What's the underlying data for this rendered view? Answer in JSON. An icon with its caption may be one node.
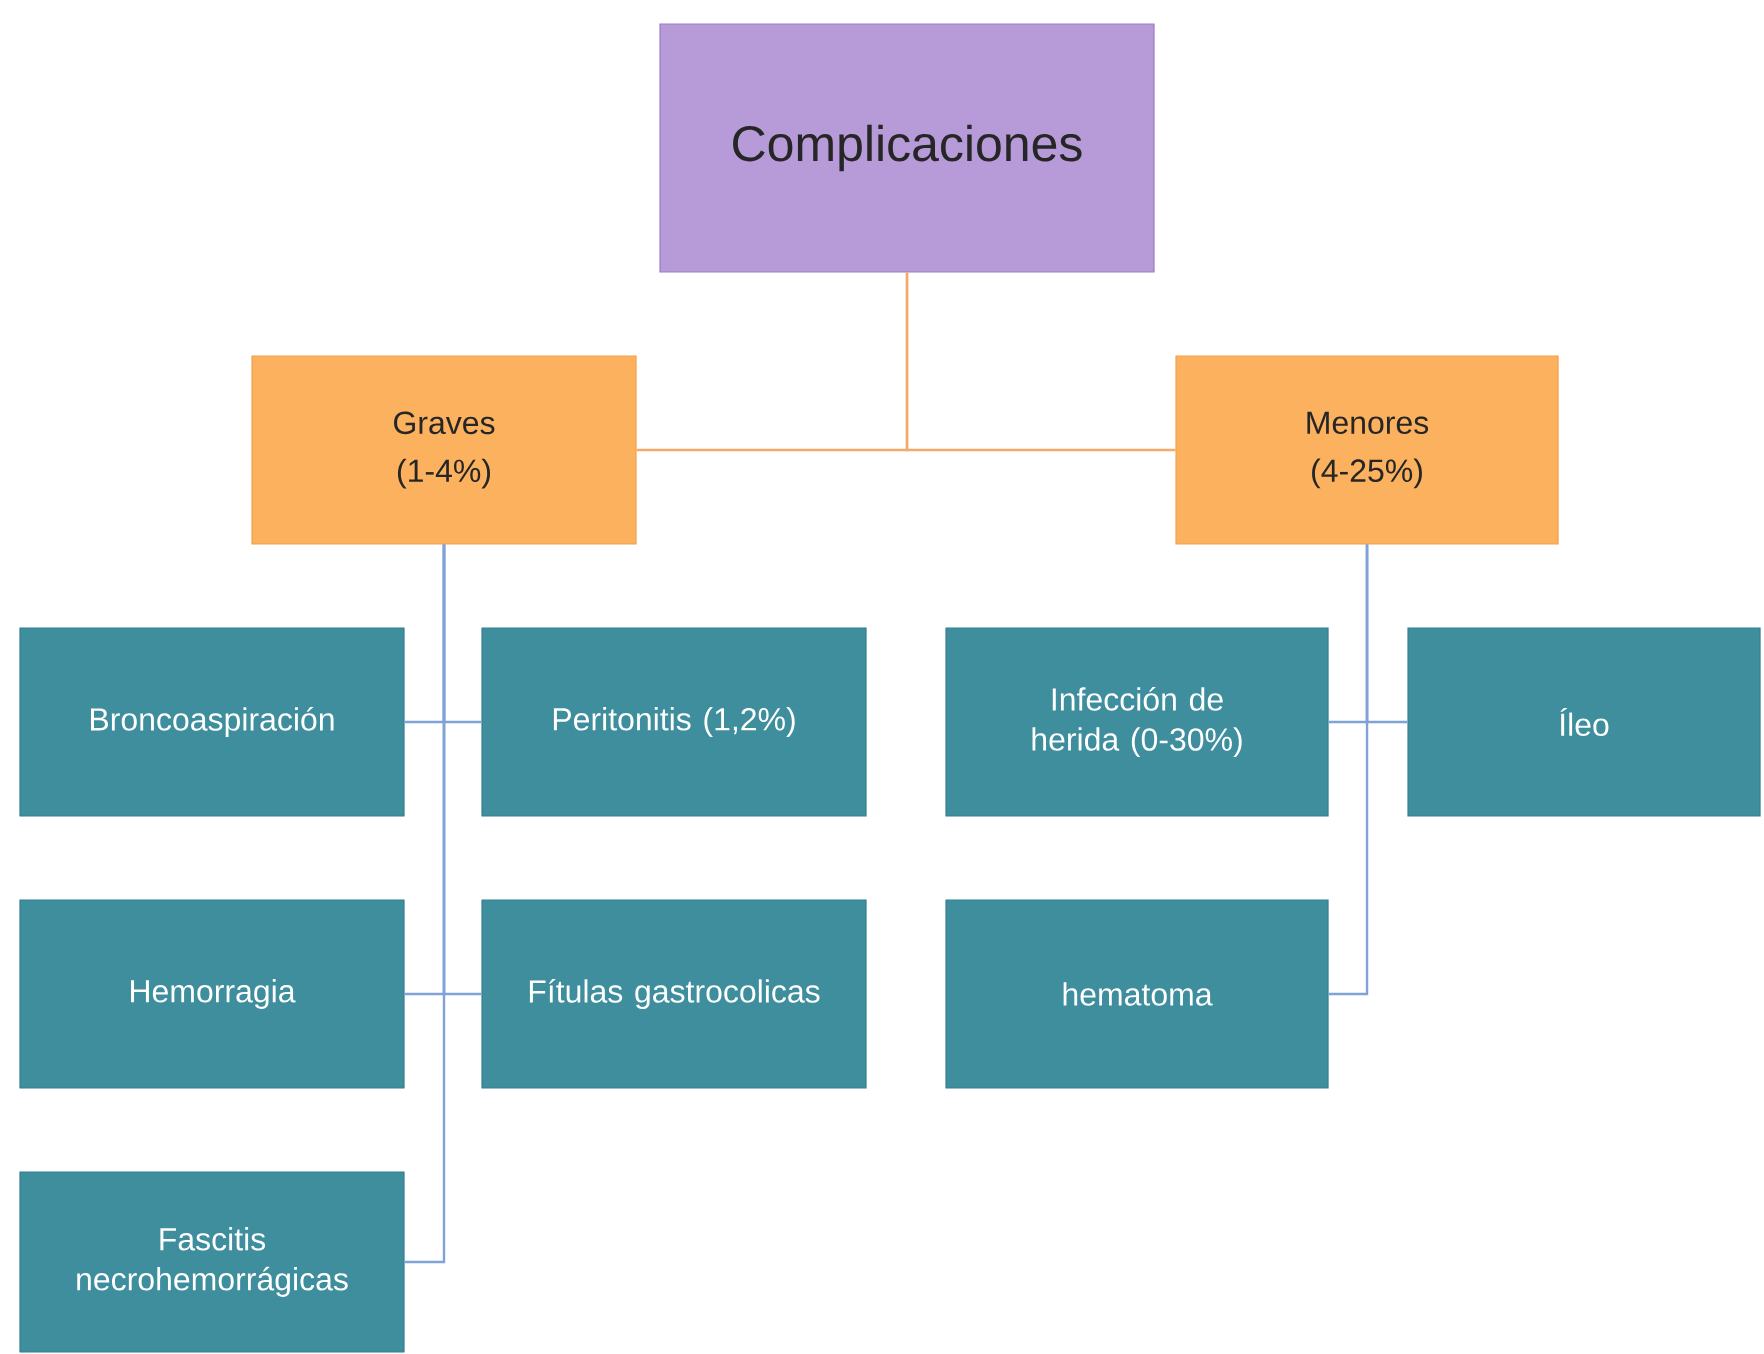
{
  "diagram": {
    "nodes": [
      {
        "text": [
          "Complicaciones"
        ]
      },
      {
        "text": [
          "Graves",
          "(1-4%)"
        ]
      },
      {
        "text": [
          "Menores",
          "(4-25%)"
        ]
      },
      {
        "text": [
          "Broncoaspiración"
        ]
      },
      {
        "text": [
          "Peritonitis  (1,2%)"
        ]
      },
      {
        "text": [
          "Infección de herida (0-30%)"
        ]
      },
      {
        "text": [
          "Íleo"
        ]
      },
      {
        "text": [
          "Hemorragia"
        ]
      },
      {
        "text": [
          "Fítulas gastrocolicas"
        ]
      },
      {
        "text": [
          "hematoma"
        ]
      },
      {
        "text": [
          "Fascitis necrohemorrágicas"
        ]
      }
    ],
    "edges": [
      {
        "from": 0,
        "to": 1,
        "arrow": "none",
        "color": "#f5a96a"
      },
      {
        "from": 0,
        "to": 2,
        "arrow": "none",
        "color": "#f5a96a"
      },
      {
        "from": 1,
        "to": 3,
        "arrow": "none"
      },
      {
        "from": 1,
        "to": 4,
        "arrow": "none"
      },
      {
        "from": 1,
        "to": 7,
        "arrow": "none"
      },
      {
        "from": 1,
        "to": 8,
        "arrow": "none"
      },
      {
        "from": 1,
        "to": 10,
        "arrow": "none"
      },
      {
        "from": 2,
        "to": 5,
        "arrow": "none"
      },
      {
        "from": 2,
        "to": 6,
        "arrow": "none"
      },
      {
        "from": 2,
        "to": 9,
        "arrow": "none"
      }
    ]
  }
}
